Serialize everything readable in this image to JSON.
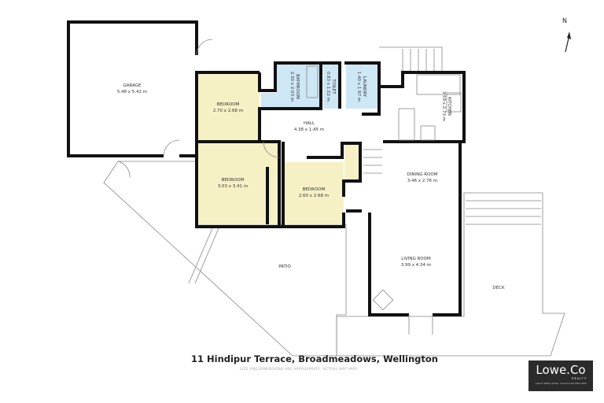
{
  "rooms": [
    {
      "name": "GARAGE",
      "dims": "5.48 x 5.42 m"
    },
    {
      "name": "BEDROOM",
      "dims": "2.70 x 2.68 m"
    },
    {
      "name": "BATHROOM",
      "dims": "2.30 x 2.03 m"
    },
    {
      "name": "TOILET",
      "dims": "0.83 x 1.52 m"
    },
    {
      "name": "LAUNDRY",
      "dims": "1.40 x 1.97 m"
    },
    {
      "name": "KITCHEN",
      "dims": "3.59 x 2.73 m"
    },
    {
      "name": "HALL",
      "dims": "4.38 x 1.45 m"
    },
    {
      "name": "BEDROOM",
      "dims": "3.03 x 3.41 m"
    },
    {
      "name": "BEDROOM",
      "dims": "2.60 x 2.68 m"
    },
    {
      "name": "DINING ROOM",
      "dims": "3.46 x 2.76 m"
    },
    {
      "name": "LIVING ROOM",
      "dims": "3.99 x 4.34 m"
    },
    {
      "name": "PATIO",
      "dims": ""
    },
    {
      "name": "DECK",
      "dims": ""
    }
  ],
  "colors": {
    "bedroom": "#f6f1c4",
    "wet": "#cde7f5",
    "wall": "#111111"
  },
  "footer": {
    "address": "11 Hindipur Terrace, Broadmeadows, Wellington",
    "disclaimer": "SIZE AND DIMENSIONS ARE APPROXIMATE, ACTUAL MAY VARY"
  },
  "logo": {
    "brand": "Lowe.Co",
    "tagline": "REALTY",
    "small": "Lowe.Co Realty Limited · licensed under REAA 2008"
  },
  "compass": {
    "label": "N",
    "icon": "north-arrow-icon"
  }
}
